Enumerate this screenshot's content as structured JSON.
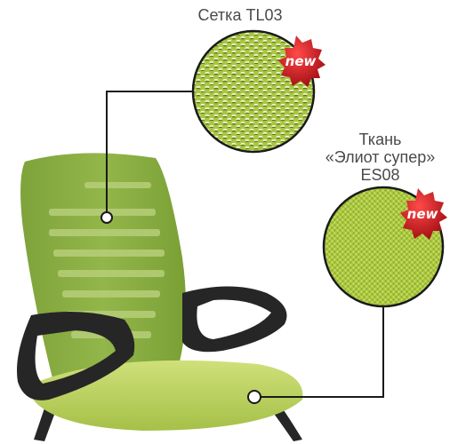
{
  "mesh": {
    "label": "Сетка TL03",
    "badge": "new",
    "color": "#a4c63f"
  },
  "fabric": {
    "label_lines": [
      "Ткань",
      "«Элиот супер»",
      "ES08"
    ],
    "badge": "new",
    "color": "#a9c63c"
  },
  "chair": {
    "back_color": "#8cae44",
    "seat_color": "#c3d86a",
    "frame_color": "#262626"
  },
  "badge_color": "#c8141c",
  "line_color": "#1a1a1a"
}
